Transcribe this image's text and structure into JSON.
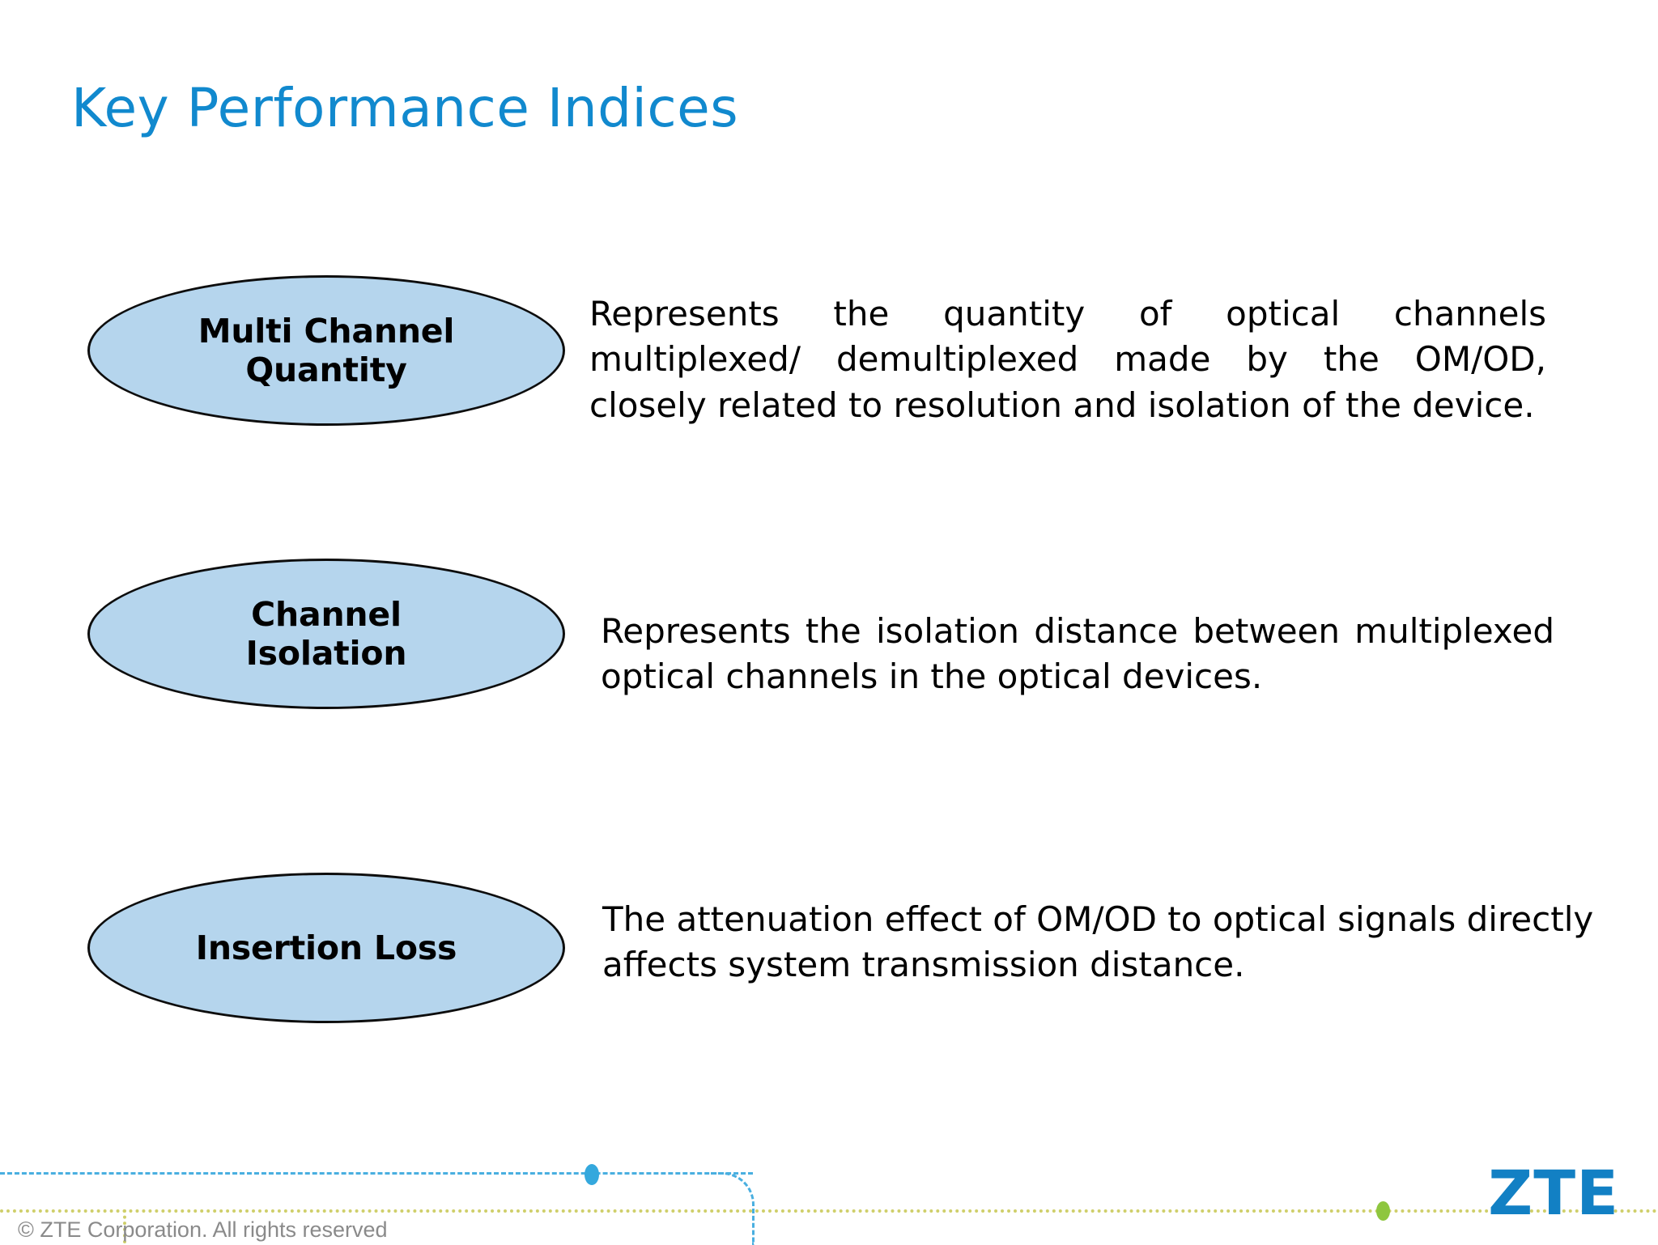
{
  "slide": {
    "title": "Key Performance Indices",
    "title_color": "#1189ce",
    "background_color": "#ffffff"
  },
  "items": [
    {
      "label": "Multi Channel\nQuantity",
      "description": "Represents the quantity of optical channels multiplexed/ demultiplexed made by the OM/OD, closely related to resolution and isolation of the device.",
      "shape": "ellipse",
      "fill_color": "#b5d5ed",
      "border_color": "#0d0d0d"
    },
    {
      "label": "Channel\nIsolation",
      "description": "Represents the isolation distance between multiplexed optical channels in the optical devices.",
      "shape": "ellipse",
      "fill_color": "#b5d5ed",
      "border_color": "#0d0d0d"
    },
    {
      "label": "Insertion Loss",
      "description": "The attenuation effect of OM/OD to optical signals directly affects system transmission distance.",
      "shape": "ellipse",
      "fill_color": "#b5d5ed",
      "border_color": "#0d0d0d"
    }
  ],
  "footer": {
    "copyright": "© ZTE Corporation. All rights reserved",
    "logo_text": "ZTE",
    "logo_color": "#1280c4",
    "rule_blue_color": "#49afe0",
    "rule_olive_color": "#cfcf6a",
    "marker_green_color": "#8ec63f",
    "marker_blue_color": "#34a8dd"
  }
}
